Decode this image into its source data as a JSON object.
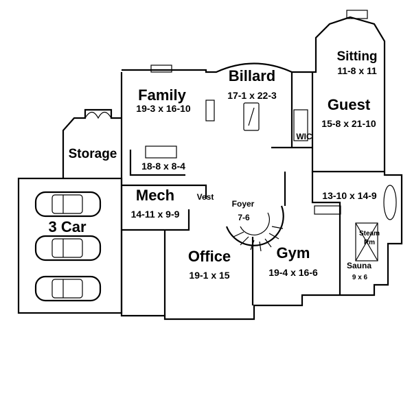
{
  "rooms": {
    "family": {
      "name": "Family",
      "size": "19-3 x 16-10"
    },
    "kitchen": {
      "size": "18-8 x 8-4"
    },
    "billard": {
      "name": "Billard",
      "size": "17-1 x 22-3"
    },
    "sitting": {
      "name": "Sitting",
      "size": "11-8 x 11"
    },
    "guest": {
      "name": "Guest",
      "size": "15-8 x 21-10"
    },
    "wic": {
      "name": "WIC"
    },
    "storage": {
      "name": "Storage"
    },
    "garage": {
      "name": "3 Car"
    },
    "mech": {
      "name": "Mech",
      "size": "14-11 x 9-9"
    },
    "vest": {
      "name": "Vest"
    },
    "foyer": {
      "name": "Foyer",
      "size": "7-6"
    },
    "bath": {
      "size": "13-10 x 14-9"
    },
    "office": {
      "name": "Office",
      "size": "19-1 x 15"
    },
    "gym": {
      "name": "Gym",
      "size": "19-4 x 16-6"
    },
    "steam": {
      "name": "Steam",
      "name2": "Rm"
    },
    "sauna": {
      "name": "Sauna",
      "size": "9 x 6"
    }
  }
}
